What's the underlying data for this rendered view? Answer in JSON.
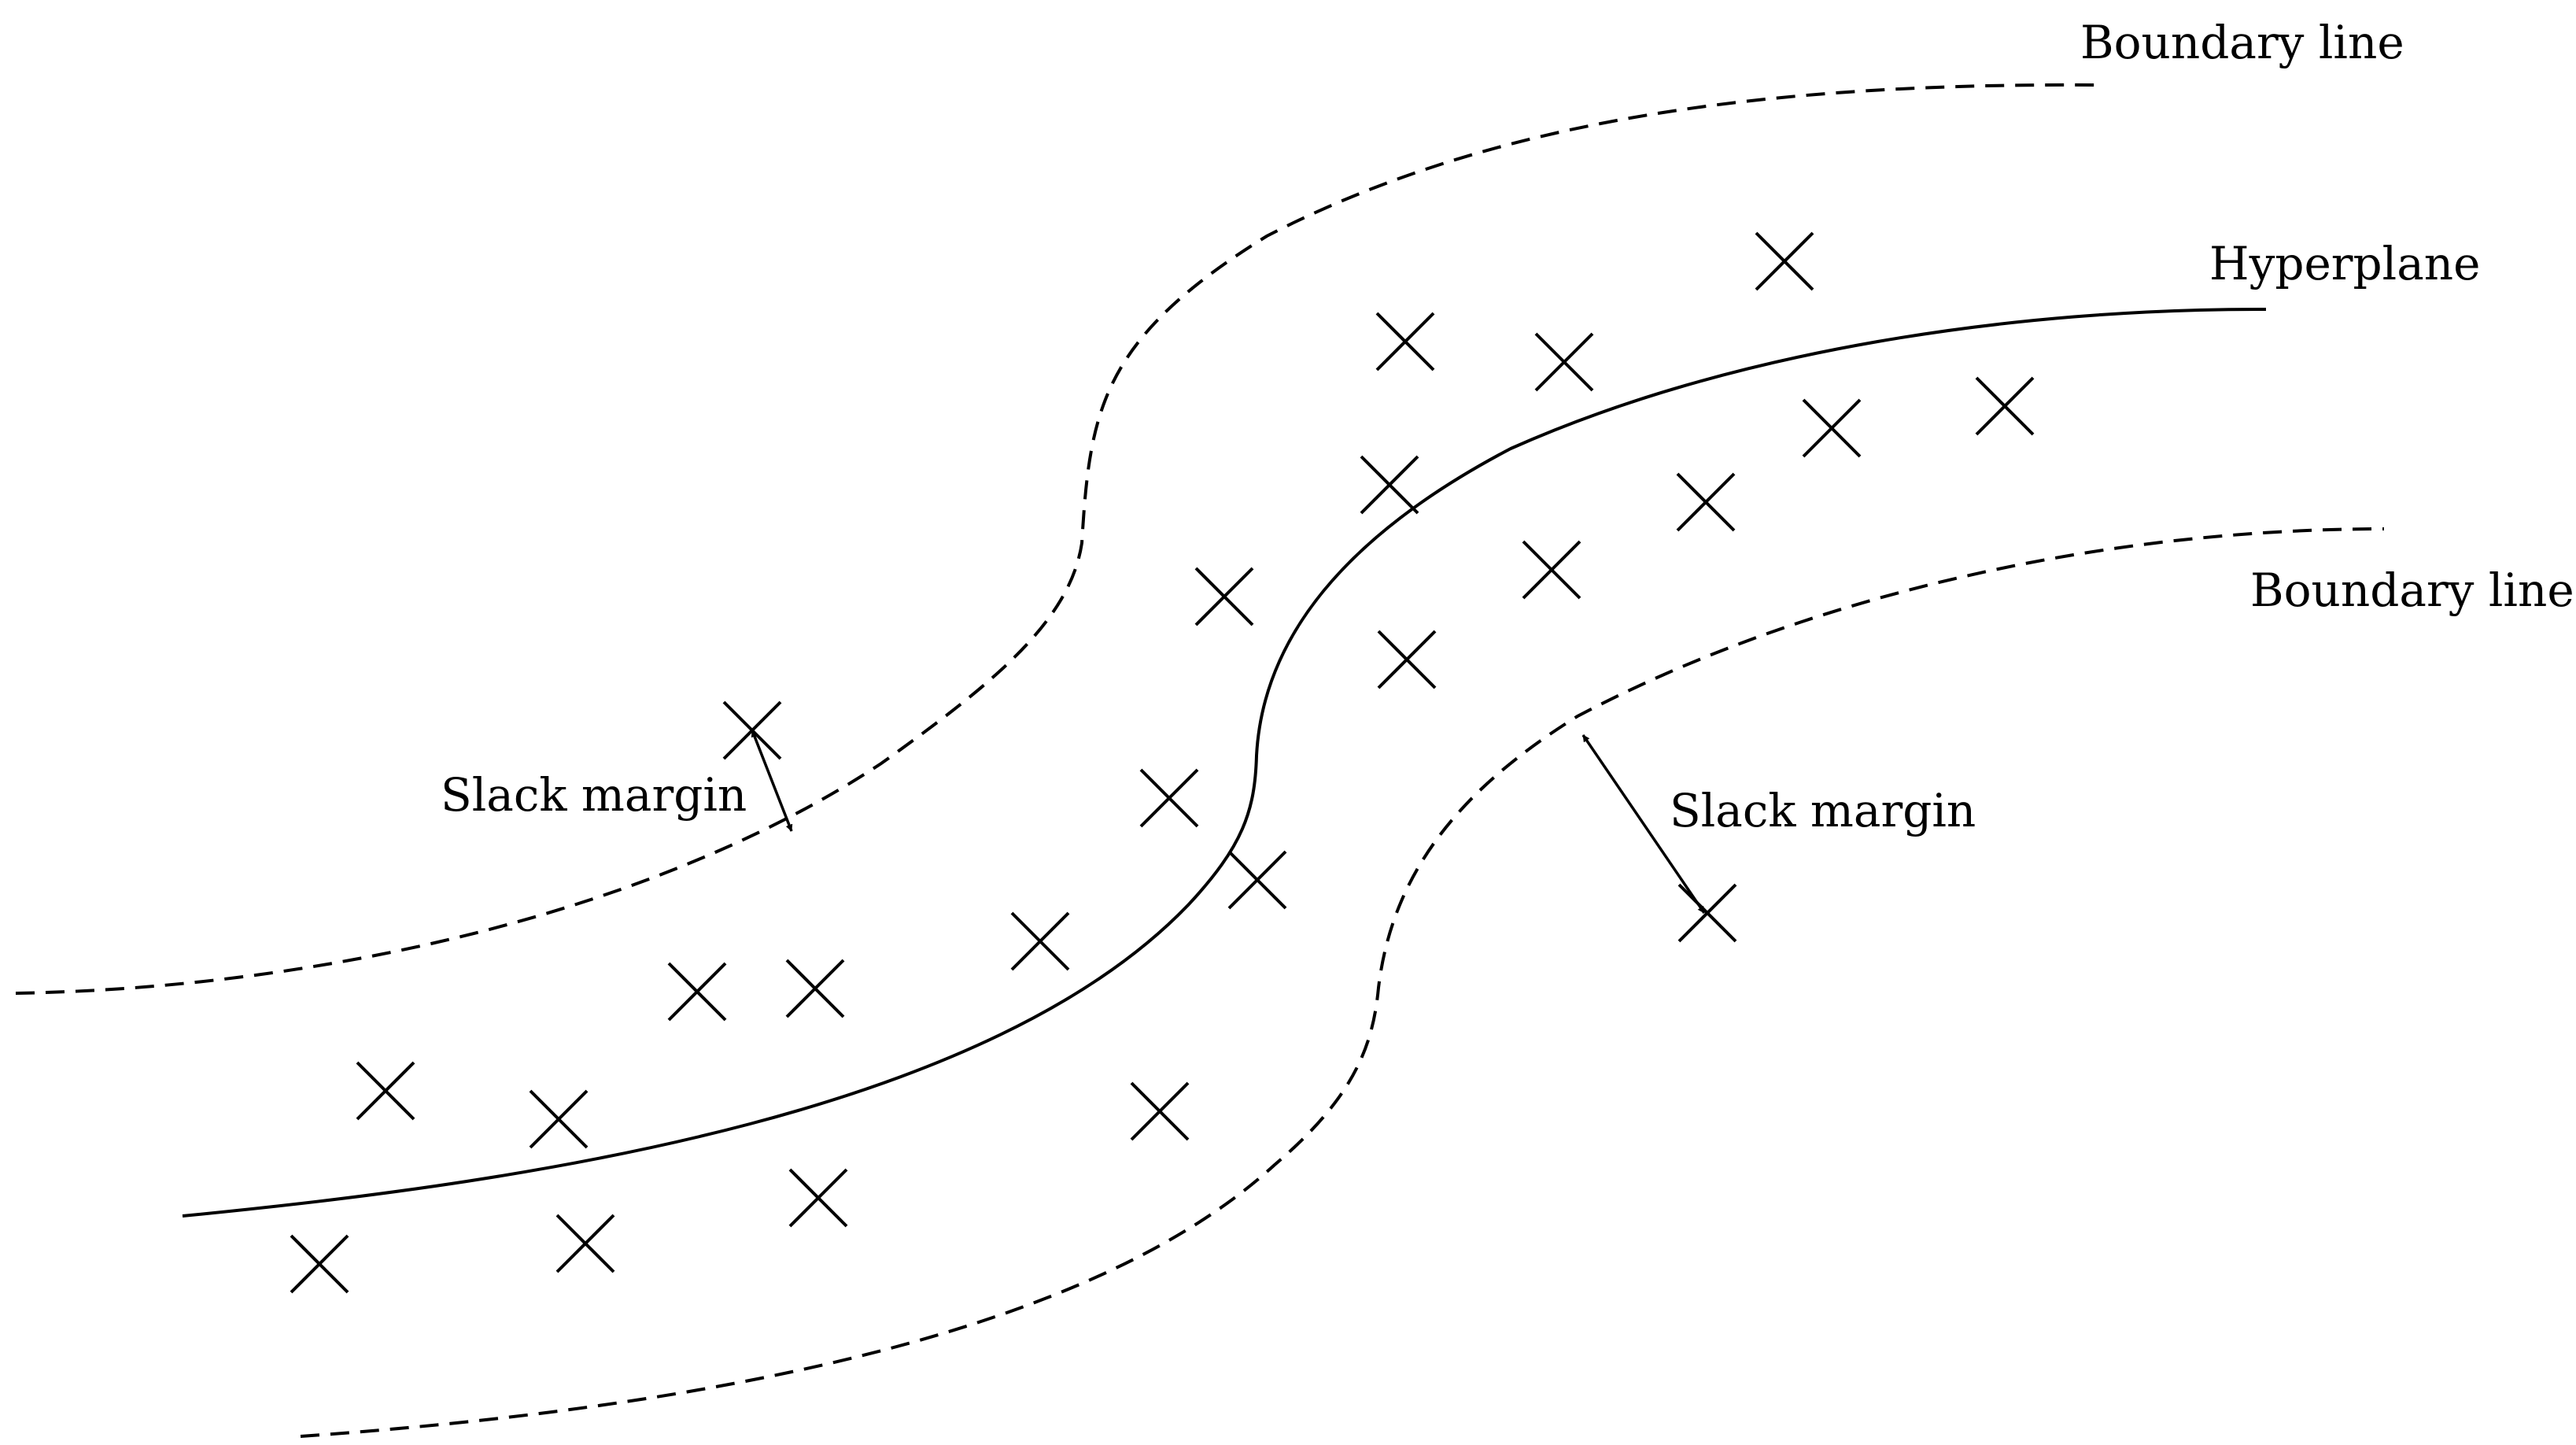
{
  "labels": {
    "boundary_top": "Boundary line",
    "hyperplane": "Hyperplane",
    "boundary_bottom": "Boundary line",
    "slack_left": "Slack margin",
    "slack_right": "Slack margin"
  },
  "colors": {
    "stroke": "#000000",
    "background": "#ffffff"
  },
  "marker_icon": "cross-icon"
}
